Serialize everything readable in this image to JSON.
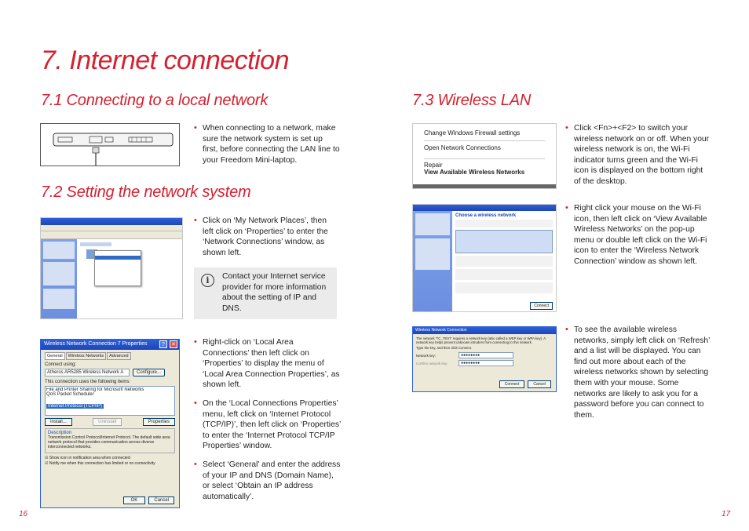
{
  "page": {
    "title": "7. Internet connection",
    "page_left": "16",
    "page_right": "17"
  },
  "sec71": {
    "heading": "7.1 Connecting to a local network",
    "bullets": [
      "When connecting to a network, make sure the network system is set up first, before connecting the LAN line to your Freedom Mini-laptop."
    ]
  },
  "sec72": {
    "heading": "7.2 Setting the network system",
    "bullets_a": [
      "Click on ‘My Network Places’, then left click on ‘Properties’ to enter the ‘Network Connections’ window, as shown left."
    ],
    "note": "Contact your Internet service provider for more information about the setting of IP and DNS.",
    "bullets_b": [
      "Right-click on ‘Local Area Connections’ then left click on ‘Properties’ to display the menu of ‘Local Area Connection Properties’, as shown left.",
      "On the ‘Local Connections Properties’ menu, left click on ‘Internet Protocol (TCP/IP)’, then left click on ‘Properties’ to enter the ‘Internet Protocol TCP/IP Properties’ window.",
      "Select ‘General’ and enter the address of your IP and DNS (Domain Name), or select ‘Obtain an IP address automatically’."
    ]
  },
  "sec73": {
    "heading": "7.3 Wireless LAN",
    "bullets_a": [
      "Click <Fn>+<F2> to switch your wireless network on or off. When your wireless network is on, the Wi-Fi indicator turns green and the Wi-Fi icon is displayed on the bottom right of the desktop."
    ],
    "bullets_b": [
      "Right click your mouse on the Wi-Fi icon, then left click on ‘View Available Wireless Networks’ on the pop-up menu or double left click on the Wi-Fi icon to enter the ‘Wireless Network Connection’ window as shown left."
    ],
    "bullets_c": [
      "To see the available wireless networks, simply left click on ‘Refresh’ and a list will be displayed. You can find out more about each of the wireless networks shown by selecting them with your mouse. Some networks are likely to ask you for a password before you can connect to them."
    ]
  },
  "shot_menu": {
    "items": [
      "Change Windows Firewall settings",
      "Open Network Connections",
      "Repair",
      "View Available Wireless Networks"
    ]
  },
  "shot_props": {
    "title": "Wireless Network Connection 7 Properties",
    "tabs": [
      "General",
      "Wireless Networks",
      "Advanced"
    ],
    "connect_using": "Connect using:",
    "adapter": "Atheros AR5285 Wireless Network A",
    "configure": "Configure...",
    "items_label": "This connection uses the following items:",
    "items": [
      "File and Printer Sharing for Microsoft Networks",
      "QoS Packet Scheduler",
      "Internet Protocol (TCP/IP)"
    ],
    "install": "Install...",
    "uninstall": "Uninstall",
    "properties": "Properties",
    "desc_label": "Description",
    "desc": "Transmission Control Protocol/Internet Protocol. The default wide area network protocol that provides communication across diverse interconnected networks.",
    "chk1": "Show icon in notification area when connected",
    "chk2": "Notify me when this connection has limited or no connectivity",
    "ok": "OK",
    "cancel": "Cancel"
  },
  "shot_wnc": {
    "title": "Wireless Network Connection",
    "msg": "The network 'TC_TEST' requires a network key (also called a WEP key or WPA key). A network key helps prevent unknown intruders from connecting to this network.",
    "type_key": "Type the key, and then click Connect.",
    "net_key": "Network key:",
    "confirm_key": "Confirm network key:",
    "key_mask": "●●●●●●●●",
    "connect": "Connect",
    "cancel": "Cancel"
  },
  "shot_choose": {
    "heading": "Choose a wireless network",
    "ok": "Connect"
  }
}
